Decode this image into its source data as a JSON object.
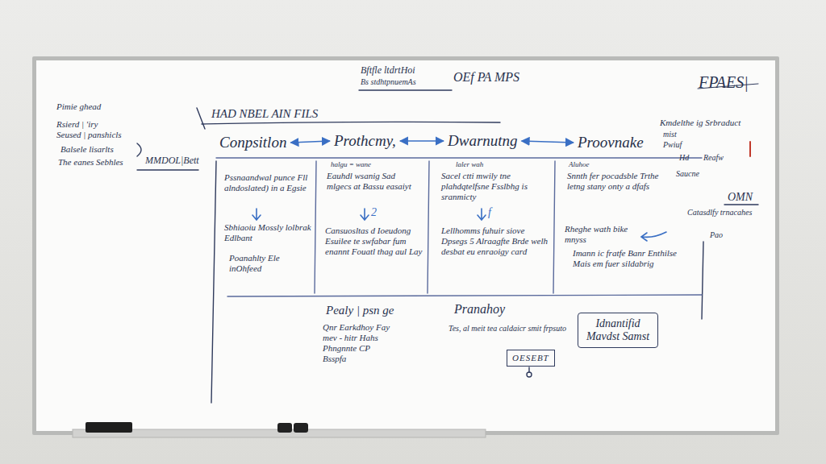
{
  "diagram": {
    "nodes": [
      {
        "text": [
          "Conpsitlon"
        ]
      },
      {
        "text": [
          "Prothcmy,"
        ]
      },
      {
        "text": [
          "Dwarnutng"
        ]
      },
      {
        "text": [
          "Proovnake"
        ]
      },
      {
        "text": [
          "OESEBT"
        ]
      },
      {
        "text": [
          "Idnantifid Mavdst Samst"
        ]
      }
    ],
    "edges": [
      {
        "from": 0,
        "to": 1,
        "arrow": "both"
      },
      {
        "from": 1,
        "to": 2,
        "arrow": "both"
      },
      {
        "from": 2,
        "to": 3,
        "arrow": "both"
      }
    ],
    "labels": [
      "Bftfle ltdrtHoi",
      "Bs stdhtpnuemAs",
      "OEf PA MPS",
      "FPAES|",
      "Pimie ghead",
      "Rsierd | 'iry",
      "Seused | panshicls",
      "Balsele lisarlts",
      "The eanes Sebhles",
      "MMDOL|Bett",
      "HAD NBEL AIN FILS",
      "Pssnaandwal punce Fll alndoslated) in a Egsie",
      "Sbhiaoiu Mossly lolbrak Edlbant",
      "Poanahlty Ele inOhfeed",
      "halgu = wane",
      "Eauhdl wsanig Sad mlgecs at Bassu easaiyt",
      "2",
      "Cansuosltas d Ioeudong Esuilee te swfabar fum enannt Fouatl thag aul Lay",
      "laler wah",
      "Sacel ctti mwily tne plahdqtelfsne Fsslbhg is sranmicty",
      "f",
      "Lellhomms fuhuir siove Dpsegs 5 Alraagfte Brde welh desbat eu enraoigy card",
      "Aluhoe",
      "Snnth fer pocadsble Trthe letng stany onty a dfafs",
      "Rheghe wath bike mnyss",
      "Imann ic fratfe Banr Enthilse Mais em fuer sildabrig",
      "Kmdelthe ig Srbraduct",
      "mist",
      "Pwiuf",
      "Hd",
      "Reafw",
      "Saucne",
      "OMN",
      "Catasdlfy trnacahes",
      "Pao",
      "Pealy | psn ge",
      "Qnr Earkdhoy Fay mev - hitr Hahs Phngnnte CP Bsspfa",
      "Pranahoy",
      "Tes, al meit tea caldaicr smit frpsuto"
    ]
  }
}
